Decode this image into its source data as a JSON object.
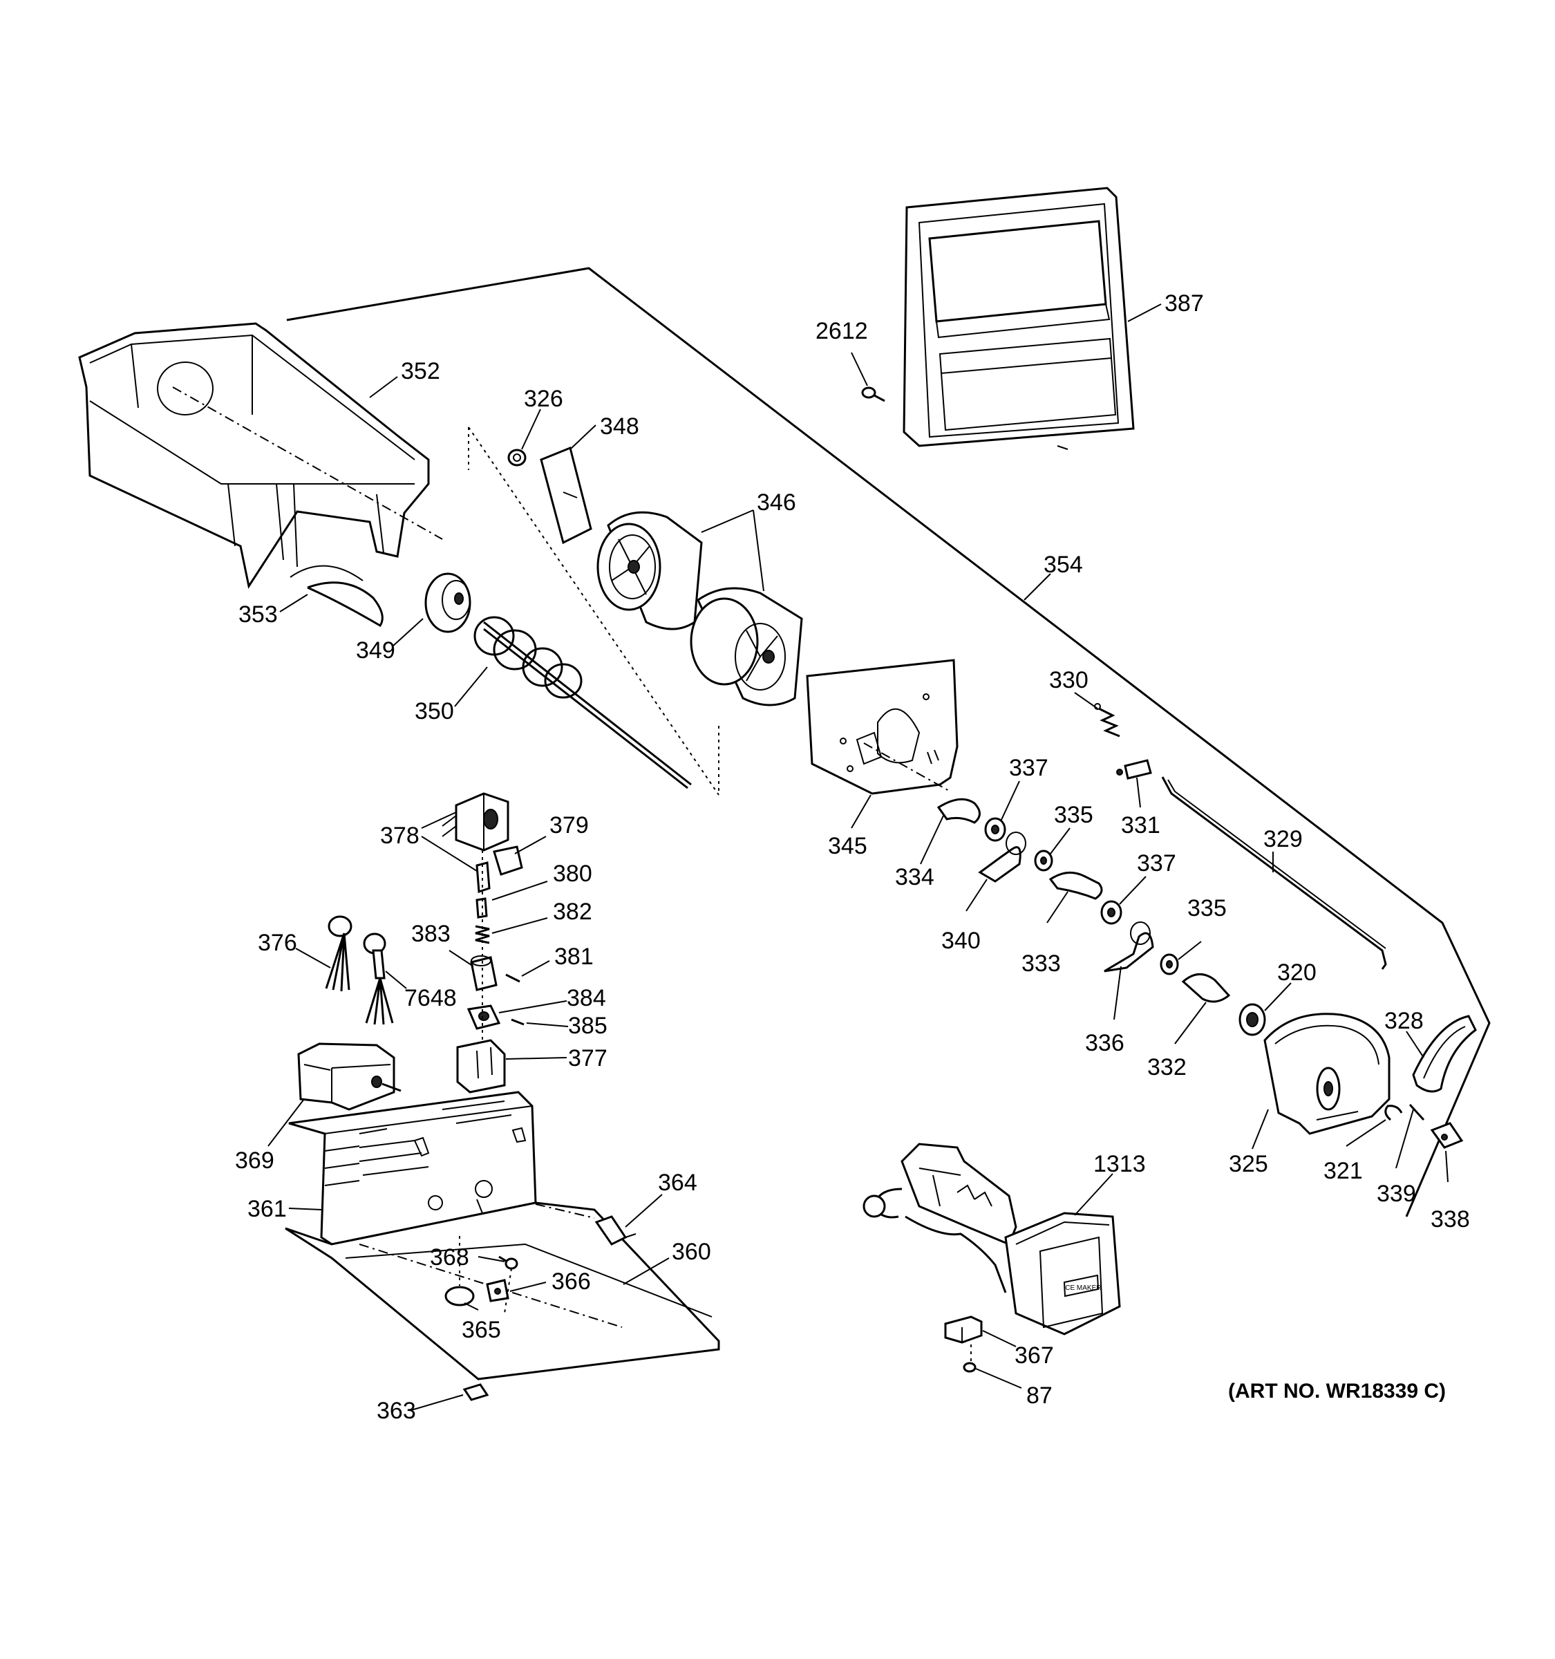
{
  "labels": {
    "p2612": "2612",
    "p387": "387",
    "p352": "352",
    "p326": "326",
    "p348": "348",
    "p346": "346",
    "p354": "354",
    "p353": "353",
    "p349": "349",
    "p350": "350",
    "p330": "330",
    "p337a": "337",
    "p331": "331",
    "p335a": "335",
    "p337b": "337",
    "p329": "329",
    "p345": "345",
    "p334": "334",
    "p340": "340",
    "p333": "333",
    "p335b": "335",
    "p336": "336",
    "p332": "332",
    "p320": "320",
    "p328": "328",
    "p325": "325",
    "p321": "321",
    "p339": "339",
    "p338": "338",
    "p378": "378",
    "p379": "379",
    "p380": "380",
    "p382": "382",
    "p383": "383",
    "p381": "381",
    "p376": "376",
    "p7648": "7648",
    "p384": "384",
    "p385": "385",
    "p377": "377",
    "p369": "369",
    "p361": "361",
    "p364": "364",
    "p360": "360",
    "p368": "368",
    "p366": "366",
    "p365": "365",
    "p363": "363",
    "p1313": "1313",
    "p367": "367",
    "p87": "87"
  },
  "art_number": "(ART NO. WR18339 C)",
  "icemaker_face_text": "ICE MAKER"
}
